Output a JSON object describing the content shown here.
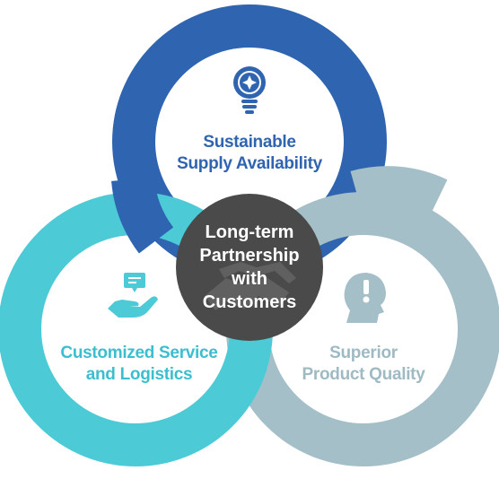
{
  "center": {
    "lines": [
      "Long-term",
      "Partnership",
      "with",
      "Customers"
    ]
  },
  "nodes": {
    "top": {
      "lines": [
        "Sustainable",
        "Supply Availability"
      ],
      "icon": "lightbulb-icon",
      "ring_color": "#2f64b0",
      "text_color": "#2f64b0"
    },
    "left": {
      "lines": [
        "Customized Service",
        "and Logistics"
      ],
      "icon": "hand-chat-icon",
      "ring_color": "#4ccad6",
      "text_color": "#3bbfd0"
    },
    "right": {
      "lines": [
        "Superior",
        "Product Quality"
      ],
      "icon": "head-exclamation-icon",
      "ring_color": "#a4bfc8",
      "text_color": "#9fbac3"
    }
  },
  "colors": {
    "center_fill": "#4a4a4a"
  }
}
